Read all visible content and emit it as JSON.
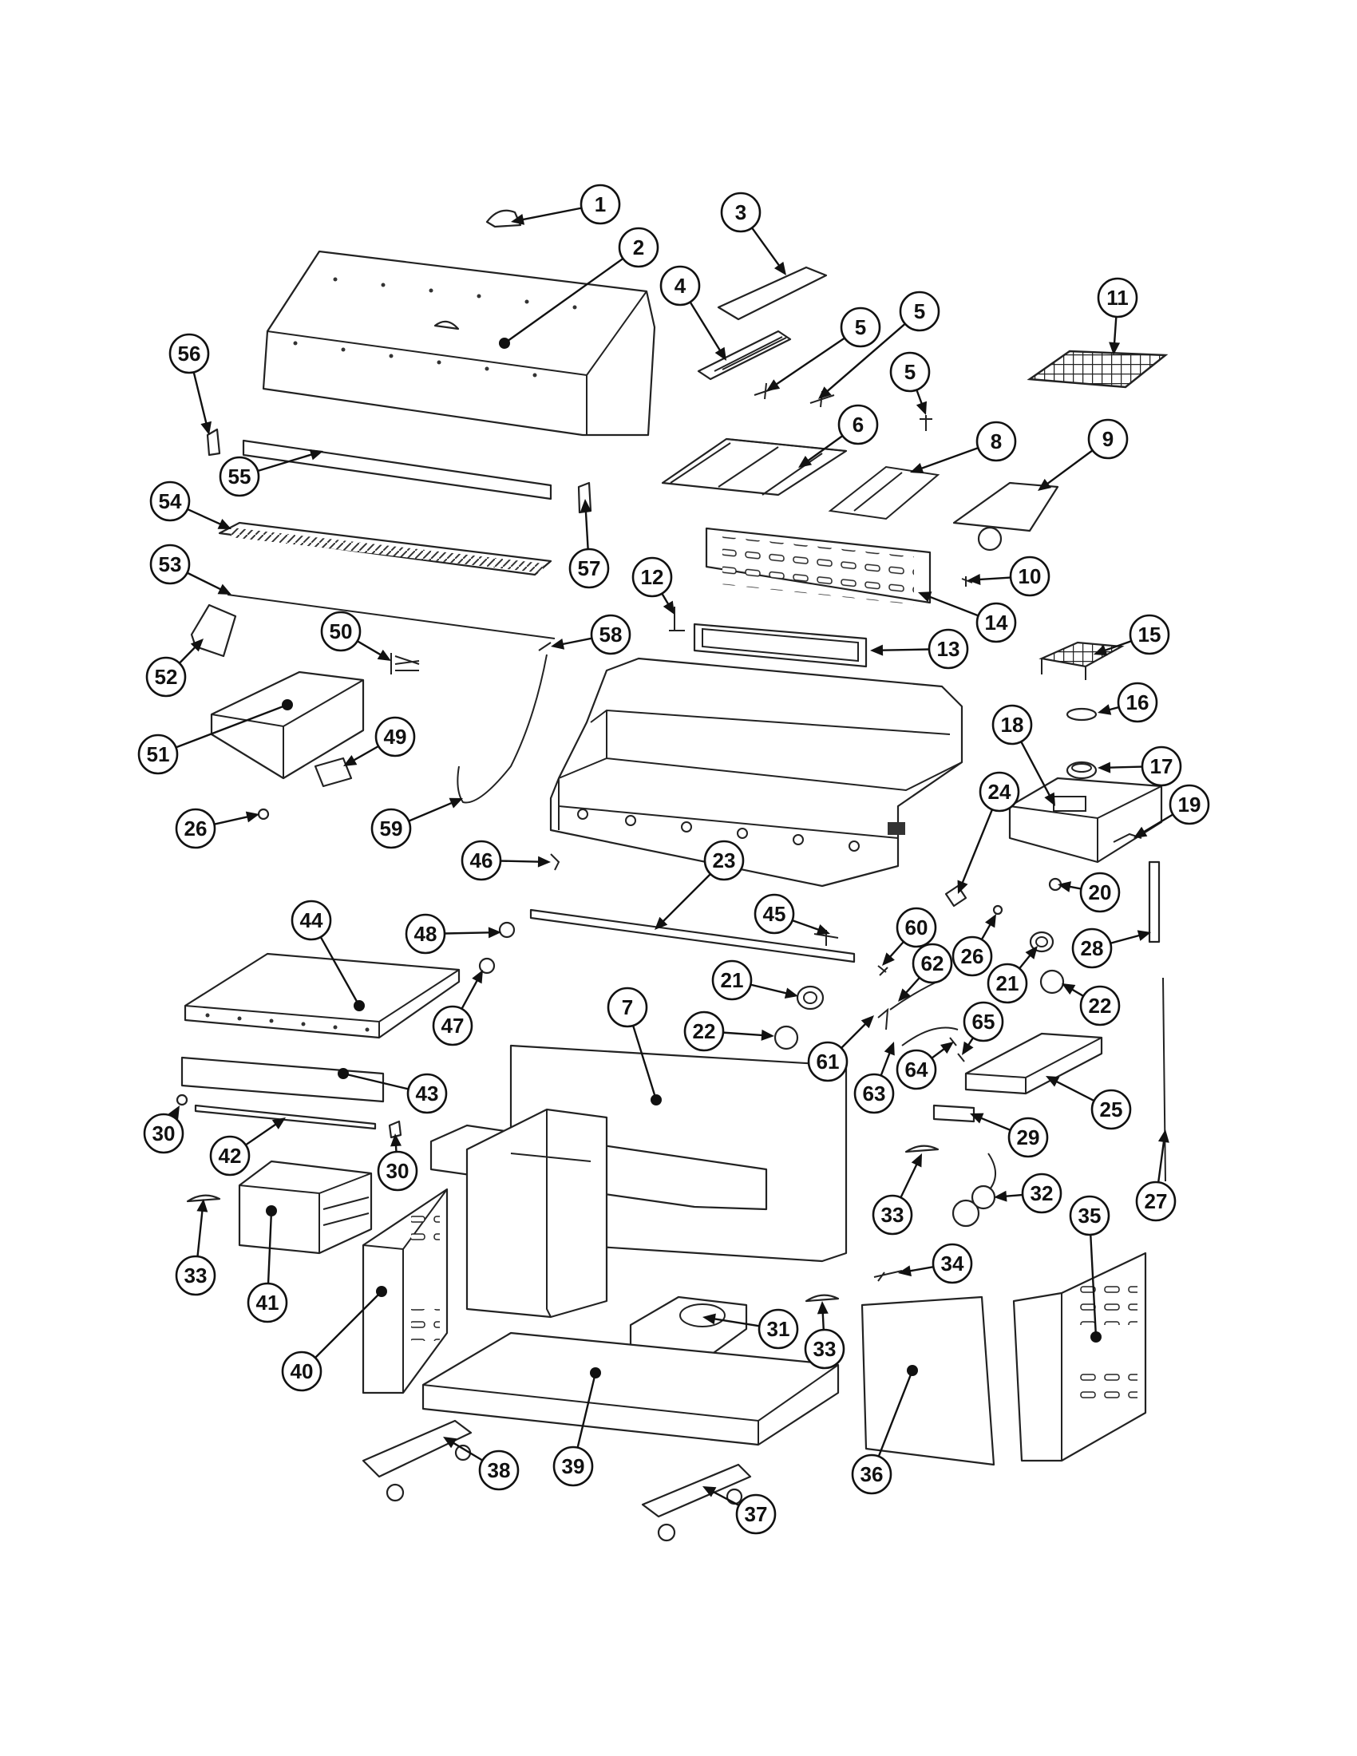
{
  "diagram": {
    "callouts": {
      "c1": "1",
      "c2": "2",
      "c3": "3",
      "c4": "4",
      "c5a": "5",
      "c5b": "5",
      "c5c": "5",
      "c6": "6",
      "c7": "7",
      "c8": "8",
      "c9": "9",
      "c10": "10",
      "c11": "11",
      "c12": "12",
      "c13": "13",
      "c14": "14",
      "c15": "15",
      "c16": "16",
      "c17": "17",
      "c18": "18",
      "c19": "19",
      "c20": "20",
      "c21a": "21",
      "c21b": "21",
      "c22a": "22",
      "c22b": "22",
      "c23": "23",
      "c24": "24",
      "c25": "25",
      "c26a": "26",
      "c26b": "26",
      "c27": "27",
      "c28": "28",
      "c29": "29",
      "c30a": "30",
      "c30b": "30",
      "c31": "31",
      "c32": "32",
      "c33a": "33",
      "c33b": "33",
      "c33c": "33",
      "c34": "34",
      "c35": "35",
      "c36": "36",
      "c37": "37",
      "c38": "38",
      "c39": "39",
      "c40": "40",
      "c41": "41",
      "c42": "42",
      "c43": "43",
      "c44": "44",
      "c45": "45",
      "c46": "46",
      "c47": "47",
      "c48": "48",
      "c49": "49",
      "c50": "50",
      "c51": "51",
      "c52": "52",
      "c53": "53",
      "c54": "54",
      "c55": "55",
      "c56": "56",
      "c57": "57",
      "c58": "58",
      "c59": "59",
      "c60": "60",
      "c61": "61",
      "c62": "62",
      "c63": "63",
      "c64": "64",
      "c65": "65"
    }
  }
}
